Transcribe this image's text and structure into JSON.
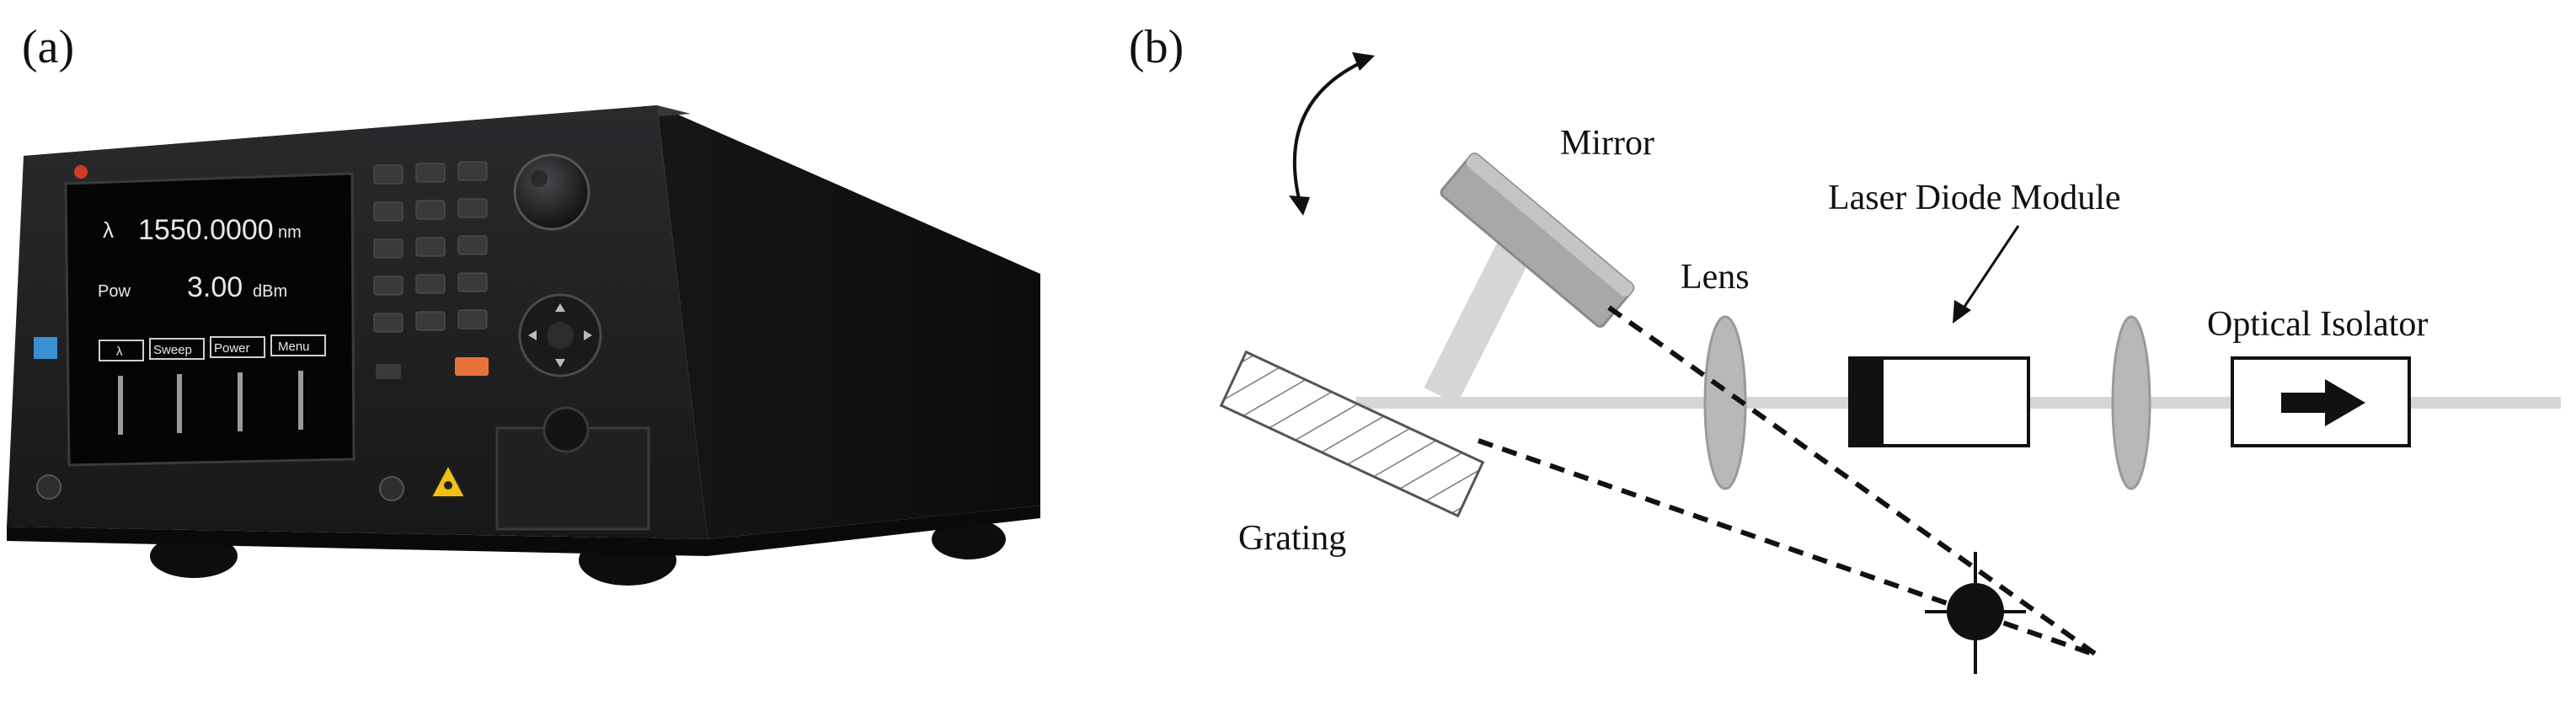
{
  "panel_a": {
    "label": "(a)",
    "device": {
      "wavelength_symbol": "λ",
      "wavelength_value": "1550.0000",
      "wavelength_unit": "nm",
      "power_label": "Pow",
      "power_value": "3.00",
      "power_unit": "dBm",
      "softkeys": [
        "λ",
        "Sweep",
        "Power",
        "Menu"
      ]
    }
  },
  "panel_b": {
    "label": "(b)",
    "labels": {
      "mirror": "Mirror",
      "lens": "Lens",
      "laser_diode_module": "Laser Diode Module",
      "optical_isolator": "Optical Isolator",
      "grating": "Grating"
    }
  },
  "colors": {
    "beam": "#d6d6d6",
    "lens": "#b8b8b8",
    "mirror": "#a8a8a8",
    "device_body": "#1c1c1e",
    "lcd": "#050505",
    "accent_button": "#e8733a"
  }
}
